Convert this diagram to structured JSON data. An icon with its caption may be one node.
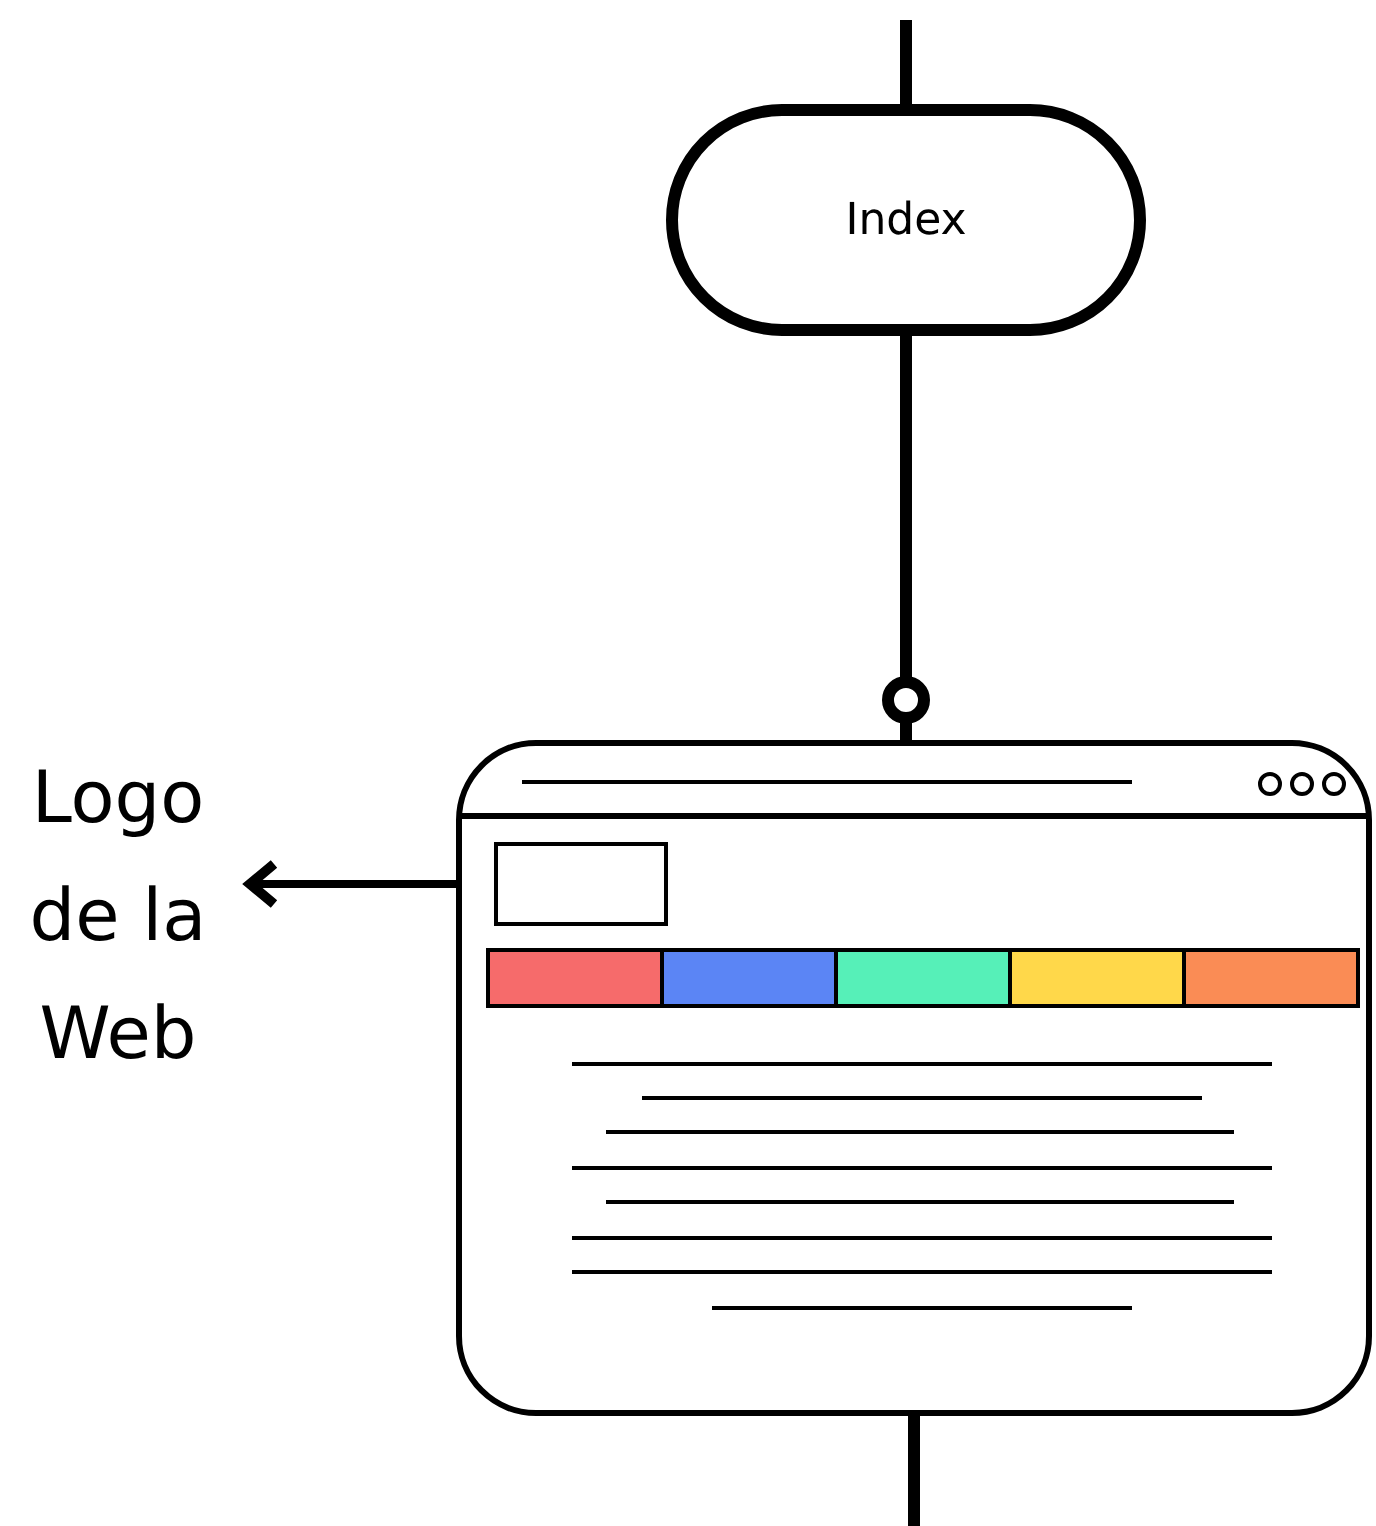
{
  "diagram": {
    "nodes": [
      {
        "text": [
          "Index"
        ]
      },
      {
        "text": [],
        "shape": "box"
      },
      {
        "text": [],
        "shape": "box",
        "in": 1
      },
      {
        "text": [
          "Logo de la Web"
        ]
      }
    ],
    "edges": [
      {
        "from": null,
        "to": 0,
        "arrow": "none"
      },
      {
        "from": 0,
        "to": 1,
        "arrow": "other"
      },
      {
        "from": 1,
        "to": null,
        "arrow": "none"
      },
      {
        "from": 2,
        "to": 3,
        "arrow": "to"
      }
    ]
  }
}
